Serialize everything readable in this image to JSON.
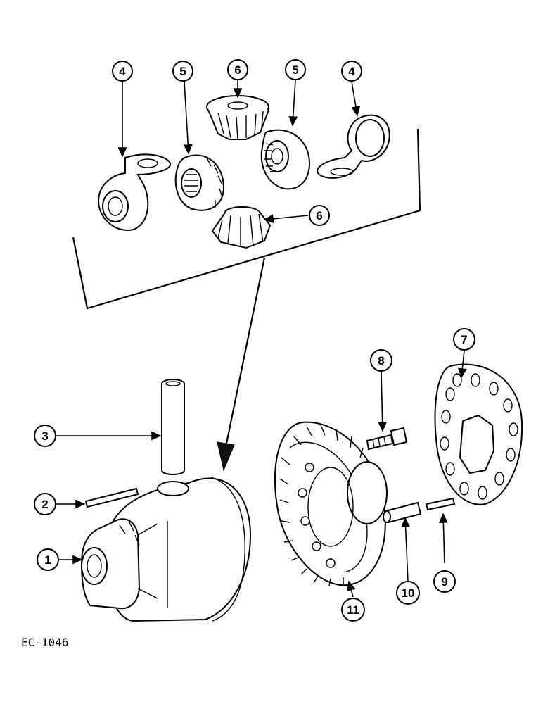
{
  "figure": {
    "reference": "EC-1046"
  },
  "callouts": [
    {
      "id": "c1",
      "label": "1"
    },
    {
      "id": "c2",
      "label": "2"
    },
    {
      "id": "c3",
      "label": "3"
    },
    {
      "id": "c4a",
      "label": "4"
    },
    {
      "id": "c4b",
      "label": "4"
    },
    {
      "id": "c5a",
      "label": "5"
    },
    {
      "id": "c5b",
      "label": "5"
    },
    {
      "id": "c6a",
      "label": "6"
    },
    {
      "id": "c6b",
      "label": "6"
    },
    {
      "id": "c7",
      "label": "7"
    },
    {
      "id": "c8",
      "label": "8"
    },
    {
      "id": "c9",
      "label": "9"
    },
    {
      "id": "c10",
      "label": "10"
    },
    {
      "id": "c11",
      "label": "11"
    }
  ]
}
